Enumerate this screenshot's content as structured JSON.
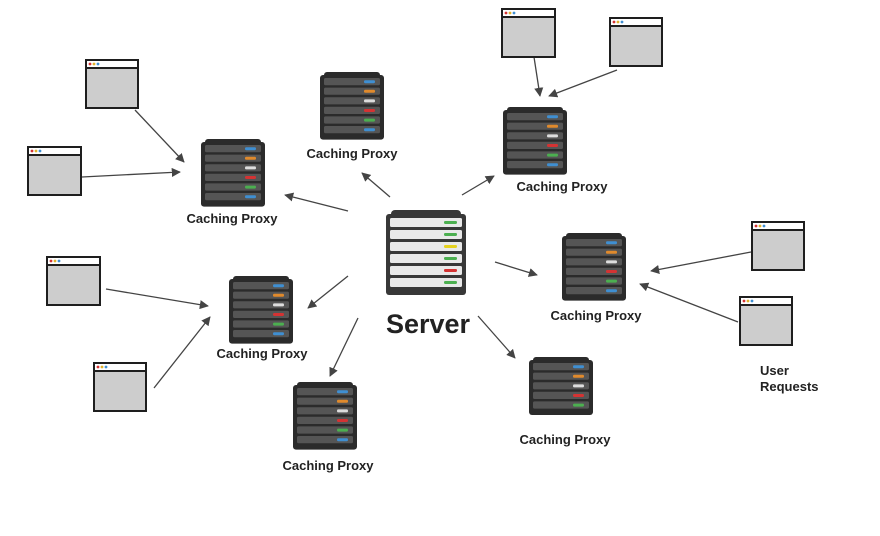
{
  "server": {
    "label": "Server"
  },
  "proxy_label": "Caching Proxy",
  "user_requests": {
    "line1": "User",
    "line2": "Requests"
  },
  "colors": {
    "rack_dark": "#2b2b2b",
    "rack_slot": "#555555",
    "server_body": "#383838",
    "server_slot": "#e9e9e9",
    "led_blue": "#3f8fd2",
    "led_orange": "#e08a2c",
    "led_white": "#dddddd",
    "led_red": "#d43333",
    "led_green": "#4caf50",
    "led_yellow": "#e6d21f",
    "window_fill": "#cdcdcd",
    "arrow": "#444444"
  }
}
